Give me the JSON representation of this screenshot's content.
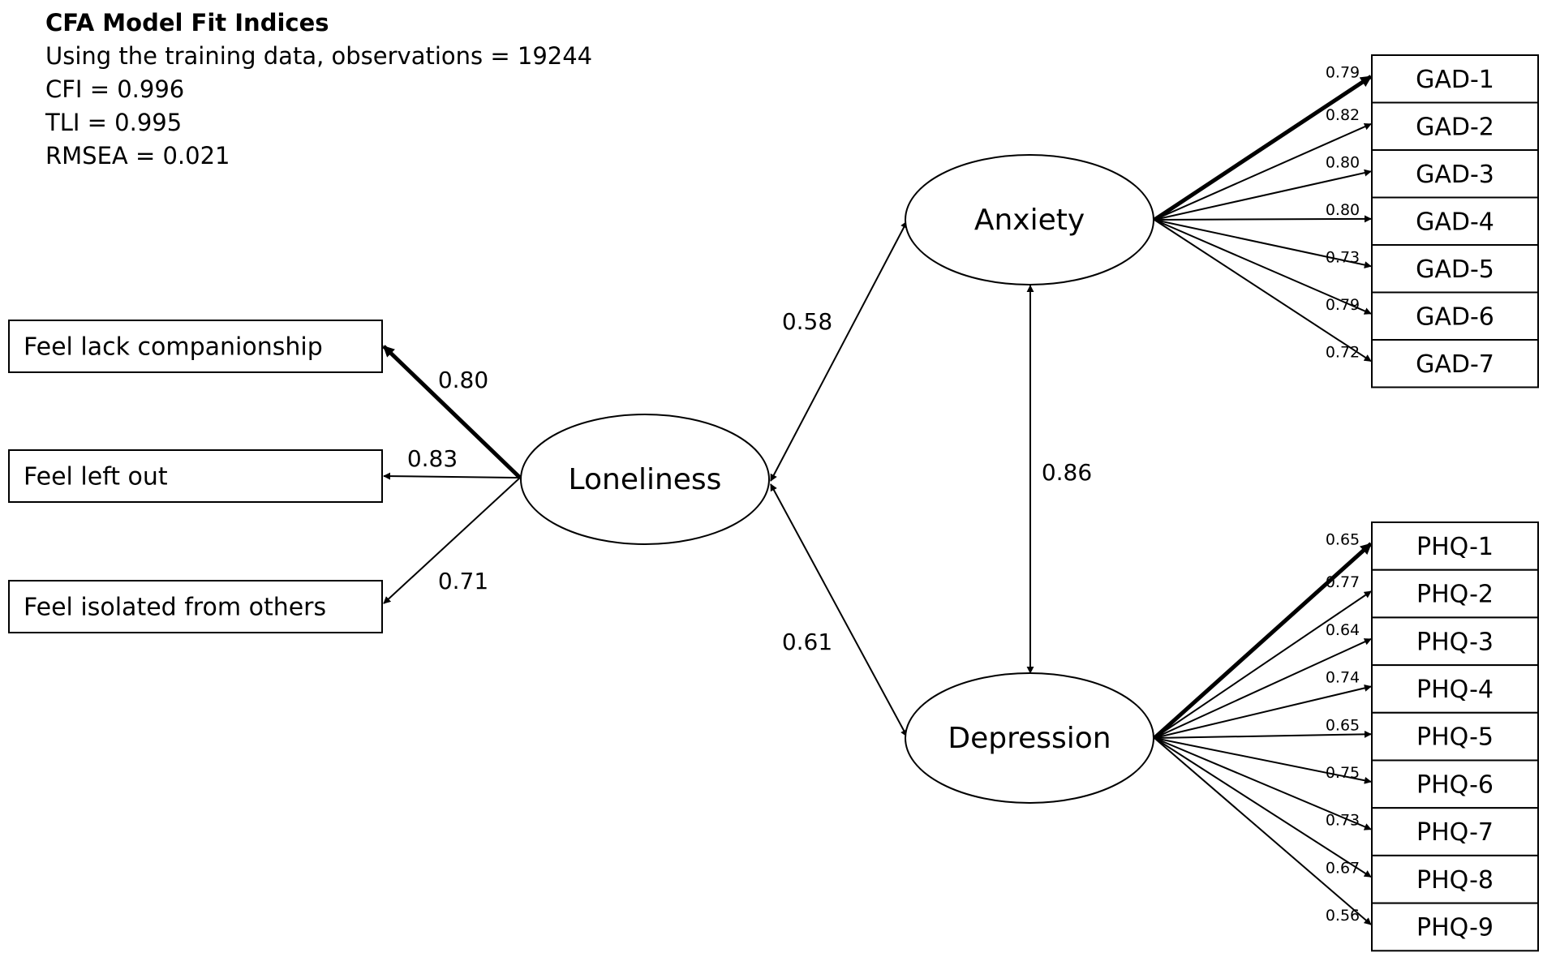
{
  "fit_indices": {
    "title": "CFA Model Fit Indices",
    "lines": [
      "Using the training data, observations = 19244",
      "CFI = 0.996",
      "TLI = 0.995",
      "RMSEA = 0.021"
    ]
  },
  "latents": {
    "loneliness": "Loneliness",
    "anxiety": "Anxiety",
    "depression": "Depression"
  },
  "loneliness_items": [
    {
      "label": "Feel lack companionship",
      "loading": "0.80"
    },
    {
      "label": "Feel left out",
      "loading": "0.83"
    },
    {
      "label": "Feel isolated from others",
      "loading": "0.71"
    }
  ],
  "anxiety_items": [
    {
      "label": "GAD-1",
      "loading": "0.79"
    },
    {
      "label": "GAD-2",
      "loading": "0.82"
    },
    {
      "label": "GAD-3",
      "loading": "0.80"
    },
    {
      "label": "GAD-4",
      "loading": "0.80"
    },
    {
      "label": "GAD-5",
      "loading": "0.73"
    },
    {
      "label": "GAD-6",
      "loading": "0.79"
    },
    {
      "label": "GAD-7",
      "loading": "0.72"
    }
  ],
  "depression_items": [
    {
      "label": "PHQ-1",
      "loading": "0.65"
    },
    {
      "label": "PHQ-2",
      "loading": "0.77"
    },
    {
      "label": "PHQ-3",
      "loading": "0.64"
    },
    {
      "label": "PHQ-4",
      "loading": "0.74"
    },
    {
      "label": "PHQ-5",
      "loading": "0.65"
    },
    {
      "label": "PHQ-6",
      "loading": "0.75"
    },
    {
      "label": "PHQ-7",
      "loading": "0.73"
    },
    {
      "label": "PHQ-8",
      "loading": "0.67"
    },
    {
      "label": "PHQ-9",
      "loading": "0.56"
    }
  ],
  "correlations": {
    "loneliness_anxiety": "0.58",
    "loneliness_depression": "0.61",
    "anxiety_depression": "0.86"
  }
}
